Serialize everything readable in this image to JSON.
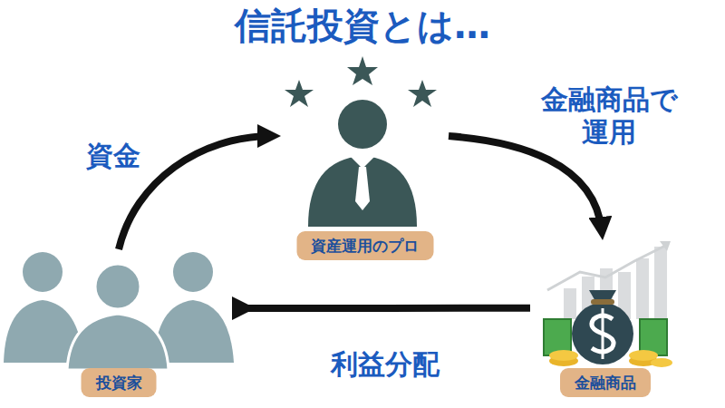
{
  "diagram": {
    "title": "信託投資とは…",
    "nodes": [
      {
        "text": [
          "資産運用のプロ"
        ]
      },
      {
        "text": [
          "投資家"
        ]
      },
      {
        "text": [
          "金融商品"
        ]
      }
    ],
    "edges": [
      {
        "from": 1,
        "to": 0,
        "label": "資金",
        "arrow": "to"
      },
      {
        "from": 0,
        "to": 2,
        "label": "金融商品で 運用",
        "arrow": "to"
      },
      {
        "from": 2,
        "to": 1,
        "label": "利益分配",
        "arrow": "to"
      }
    ]
  }
}
